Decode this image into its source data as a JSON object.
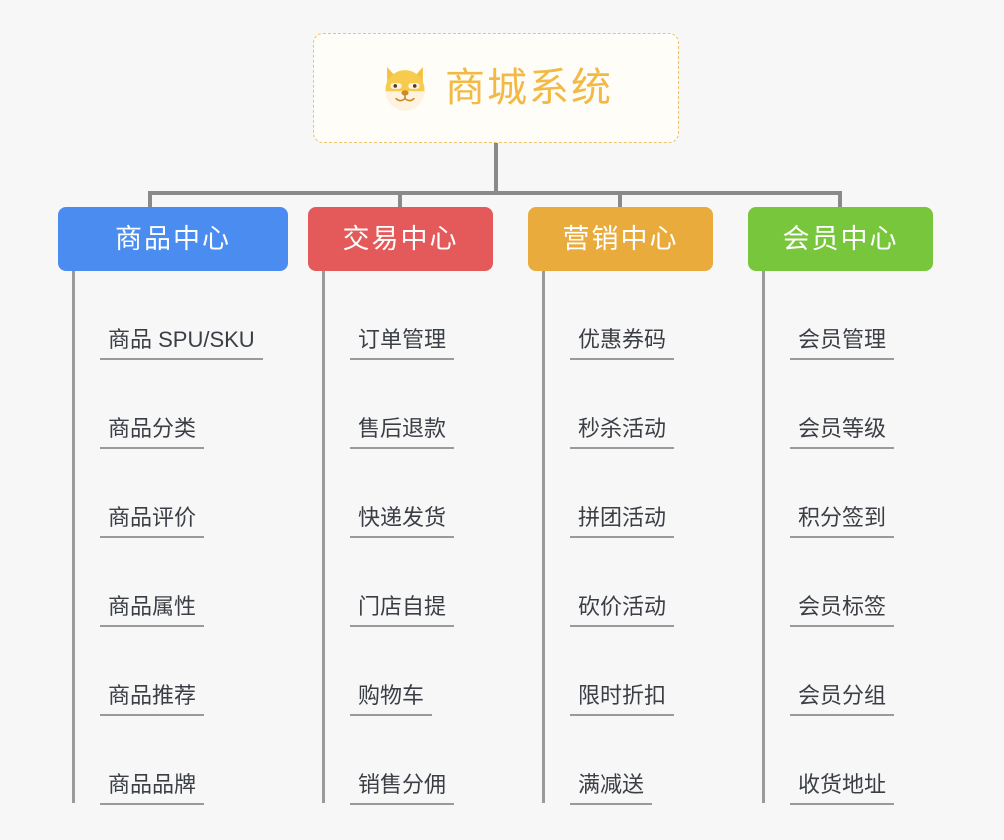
{
  "diagram": {
    "type": "mind-map",
    "background_color": "#f7f7f7",
    "root": {
      "title": "商城系统",
      "icon": "shiba-dog-face-icon",
      "border_color": "#efc26a",
      "text_color": "#f2b944"
    },
    "connector_color": "#8a8a8a",
    "branches": [
      {
        "label": "商品中心",
        "color": "#4a8cf0",
        "items": [
          "商品 SPU/SKU",
          "商品分类",
          "商品评价",
          "商品属性",
          "商品推荐",
          "商品品牌"
        ]
      },
      {
        "label": "交易中心",
        "color": "#e4595a",
        "items": [
          "订单管理",
          "售后退款",
          "快递发货",
          "门店自提",
          "购物车",
          "销售分佣"
        ]
      },
      {
        "label": "营销中心",
        "color": "#e8ab3c",
        "items": [
          "优惠券码",
          "秒杀活动",
          "拼团活动",
          "砍价活动",
          "限时折扣",
          "满减送"
        ]
      },
      {
        "label": "会员中心",
        "color": "#78c63c",
        "items": [
          "会员管理",
          "会员等级",
          "积分签到",
          "会员标签",
          "会员分组",
          "收货地址"
        ]
      }
    ]
  }
}
